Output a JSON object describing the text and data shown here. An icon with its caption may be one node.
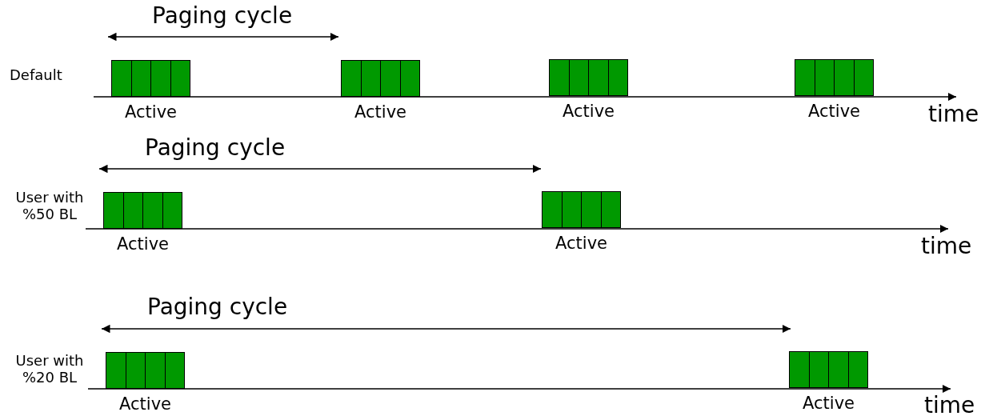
{
  "diagram": {
    "nodes": [
      {
        "text": [],
        "shape": "bar",
        "beside": [
          "Active"
        ]
      },
      {
        "text": [],
        "shape": "bar",
        "beside": [
          "Active"
        ]
      },
      {
        "text": [],
        "shape": "bar",
        "beside": [
          "Active"
        ]
      },
      {
        "text": [],
        "shape": "bar",
        "beside": [
          "Active"
        ]
      },
      {
        "text": [],
        "shape": "bar",
        "beside": [
          "Active"
        ]
      },
      {
        "text": [],
        "shape": "bar",
        "beside": [
          "Active"
        ]
      },
      {
        "text": [],
        "shape": "bar",
        "beside": [
          "Active"
        ]
      },
      {
        "text": [],
        "shape": "bar",
        "beside": [
          "Active"
        ]
      }
    ],
    "labels": [
      "Paging cycle",
      "Default",
      "time",
      "Paging cycle",
      "User with %50 BL",
      "time",
      "Paging cycle",
      "User with %20 BL",
      "time"
    ]
  }
}
